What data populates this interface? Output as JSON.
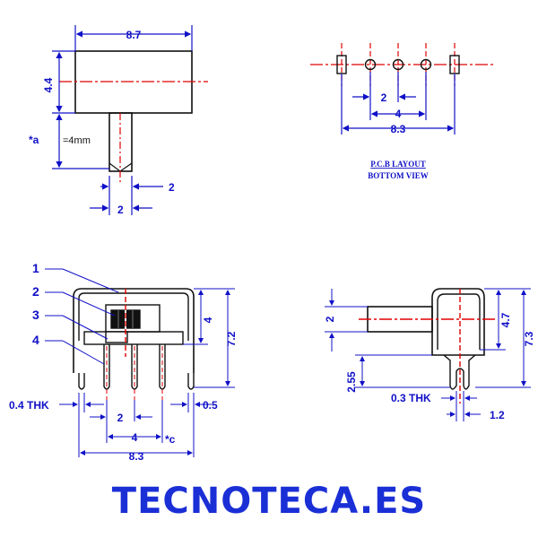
{
  "colors": {
    "blue": "#1010c8",
    "red": "#e00000",
    "black": "#111111",
    "brand": "#1b2fd6"
  },
  "top_view": {
    "width": "8.7",
    "height": "4.4",
    "actuator_note_mark": "*a",
    "actuator_note": "=4mm",
    "actuator_gap": "2",
    "actuator_width": "2"
  },
  "pcb_layout": {
    "pitch": "2",
    "pitch_double": "4",
    "overall": "8.3",
    "title": "P.C.B  LAYOUT",
    "subtitle": "BOTTOM  VIEW"
  },
  "front_view": {
    "callouts": [
      "1",
      "2",
      "3",
      "4"
    ],
    "thickness": "0.4  THK",
    "pitch": "2",
    "offset": "0.5",
    "pitch_double": "4",
    "pin_mark": "*c",
    "overall": "8.3",
    "body_height": "4",
    "total_height": "7.2"
  },
  "side_view": {
    "actuator": "2",
    "lead_len": "2.55",
    "thickness": "0.3  THK",
    "lead_offset": "1.2",
    "body_height": "4.7",
    "total_height": "7.3"
  },
  "brand": "TECNOTECA.ES"
}
